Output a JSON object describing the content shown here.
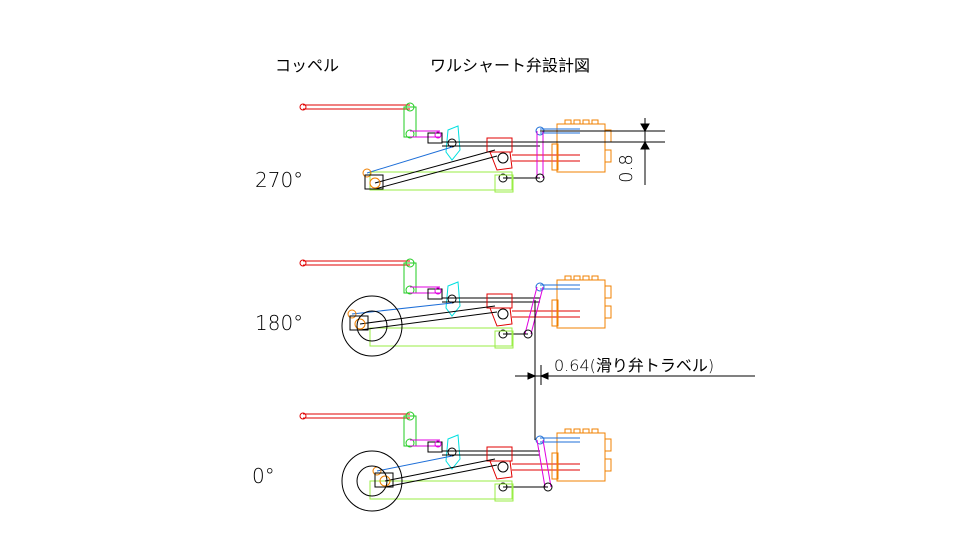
{
  "title_left": "コッペル",
  "title_right": "ワルシャート弁設計図",
  "views": [
    {
      "label": "270°",
      "angle": 270
    },
    {
      "label": "180°",
      "angle": 180
    },
    {
      "label": "0°",
      "angle": 0
    }
  ],
  "dimensions": {
    "lap": "0.8",
    "travel": "0.64(滑り弁トラベル)"
  },
  "colors": {
    "red": "#e00000",
    "green": "#22cc22",
    "magenta": "#e000e0",
    "cyan": "#00e0e0",
    "blue": "#1e6fd8",
    "orange": "#f08000",
    "lime": "#99ee44",
    "black": "#000000"
  }
}
